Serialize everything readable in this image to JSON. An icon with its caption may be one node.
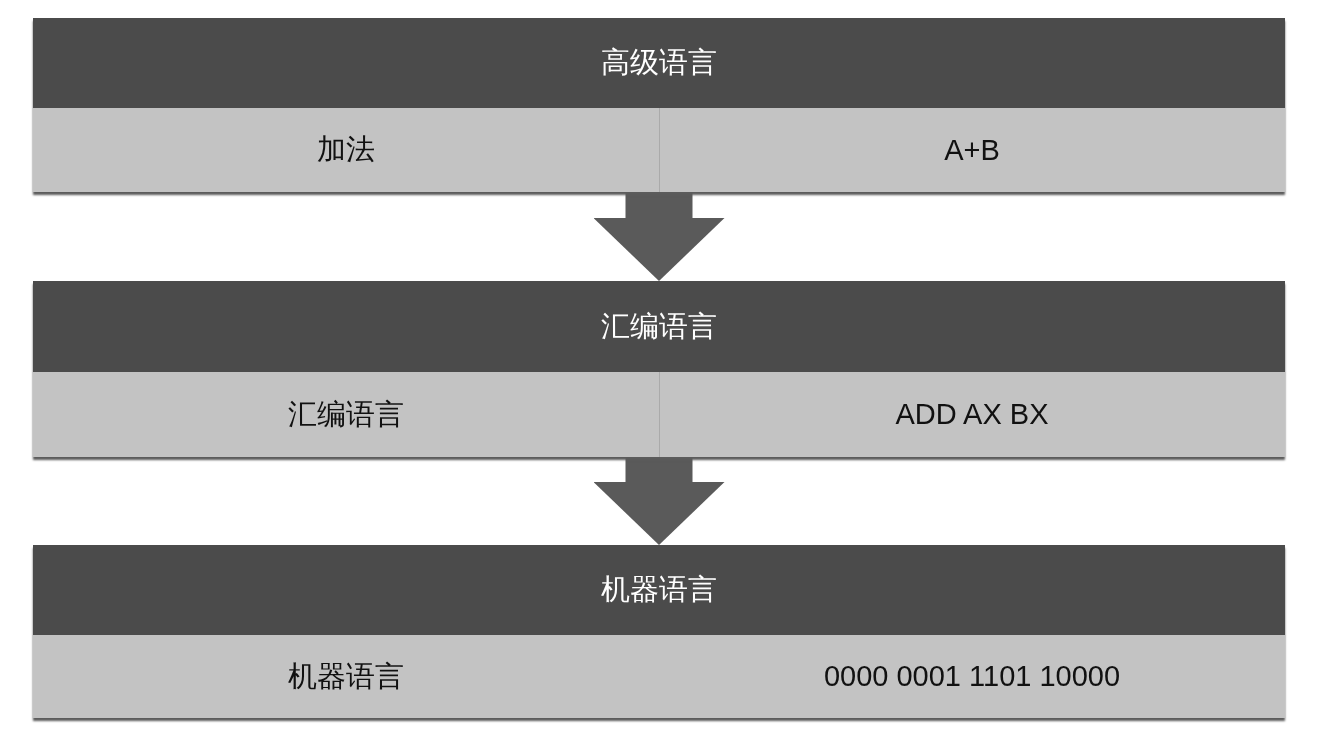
{
  "diagram": {
    "nodes": [
      {
        "text": [
          "高级语言",
          "加法",
          "A+B"
        ]
      },
      {
        "text": [
          "汇编语言",
          "汇编语言",
          "ADD AX BX"
        ]
      },
      {
        "text": [
          "机器语言",
          "机器语言",
          "0000 0001 1101 10000"
        ]
      }
    ],
    "edges": [
      {
        "from": 0,
        "to": 1,
        "arrow": "to"
      },
      {
        "from": 1,
        "to": 2,
        "arrow": "to"
      }
    ]
  }
}
